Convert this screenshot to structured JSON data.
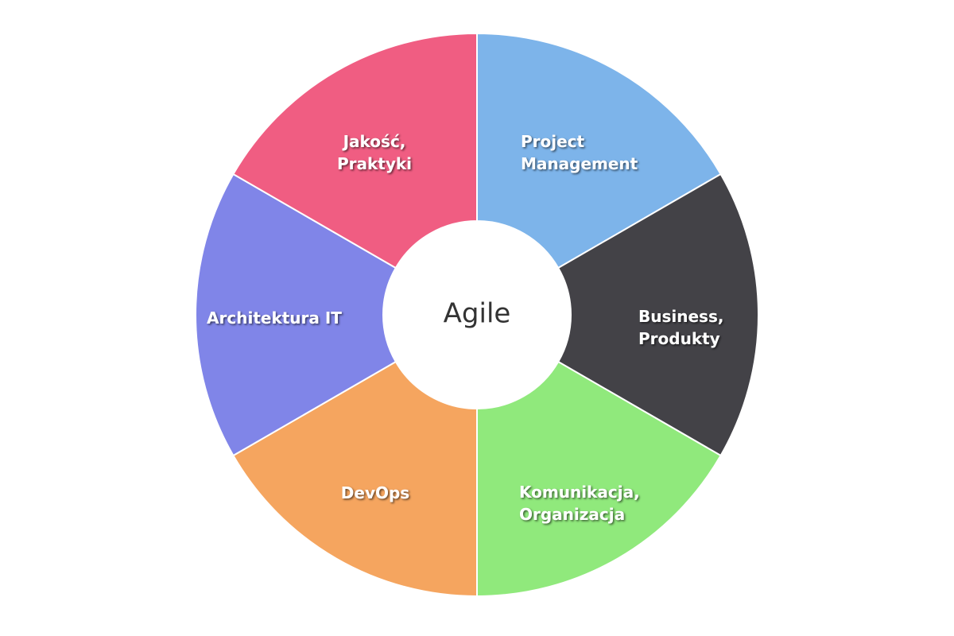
{
  "diagram": {
    "center": {
      "label": "Agile",
      "fill": "#ffffff"
    },
    "segments": [
      {
        "id": "project-management",
        "lines": [
          "Project",
          "Management"
        ],
        "color": "#7db4ea"
      },
      {
        "id": "business-produkty",
        "lines": [
          "Business,",
          "Produkty"
        ],
        "color": "#434247"
      },
      {
        "id": "komunikacja-organizacja",
        "lines": [
          "Komunikacja,",
          "Organizacja"
        ],
        "color": "#90e97c"
      },
      {
        "id": "devops",
        "lines": [
          "DevOps"
        ],
        "color": "#f5a55f"
      },
      {
        "id": "architektura-it",
        "lines": [
          "Architektura IT"
        ],
        "color": "#8085e8"
      },
      {
        "id": "jakosc-praktyki",
        "lines": [
          "Jakość,",
          "Praktyki"
        ],
        "color": "#f05d82"
      }
    ],
    "separator_color": "#ffffff"
  }
}
